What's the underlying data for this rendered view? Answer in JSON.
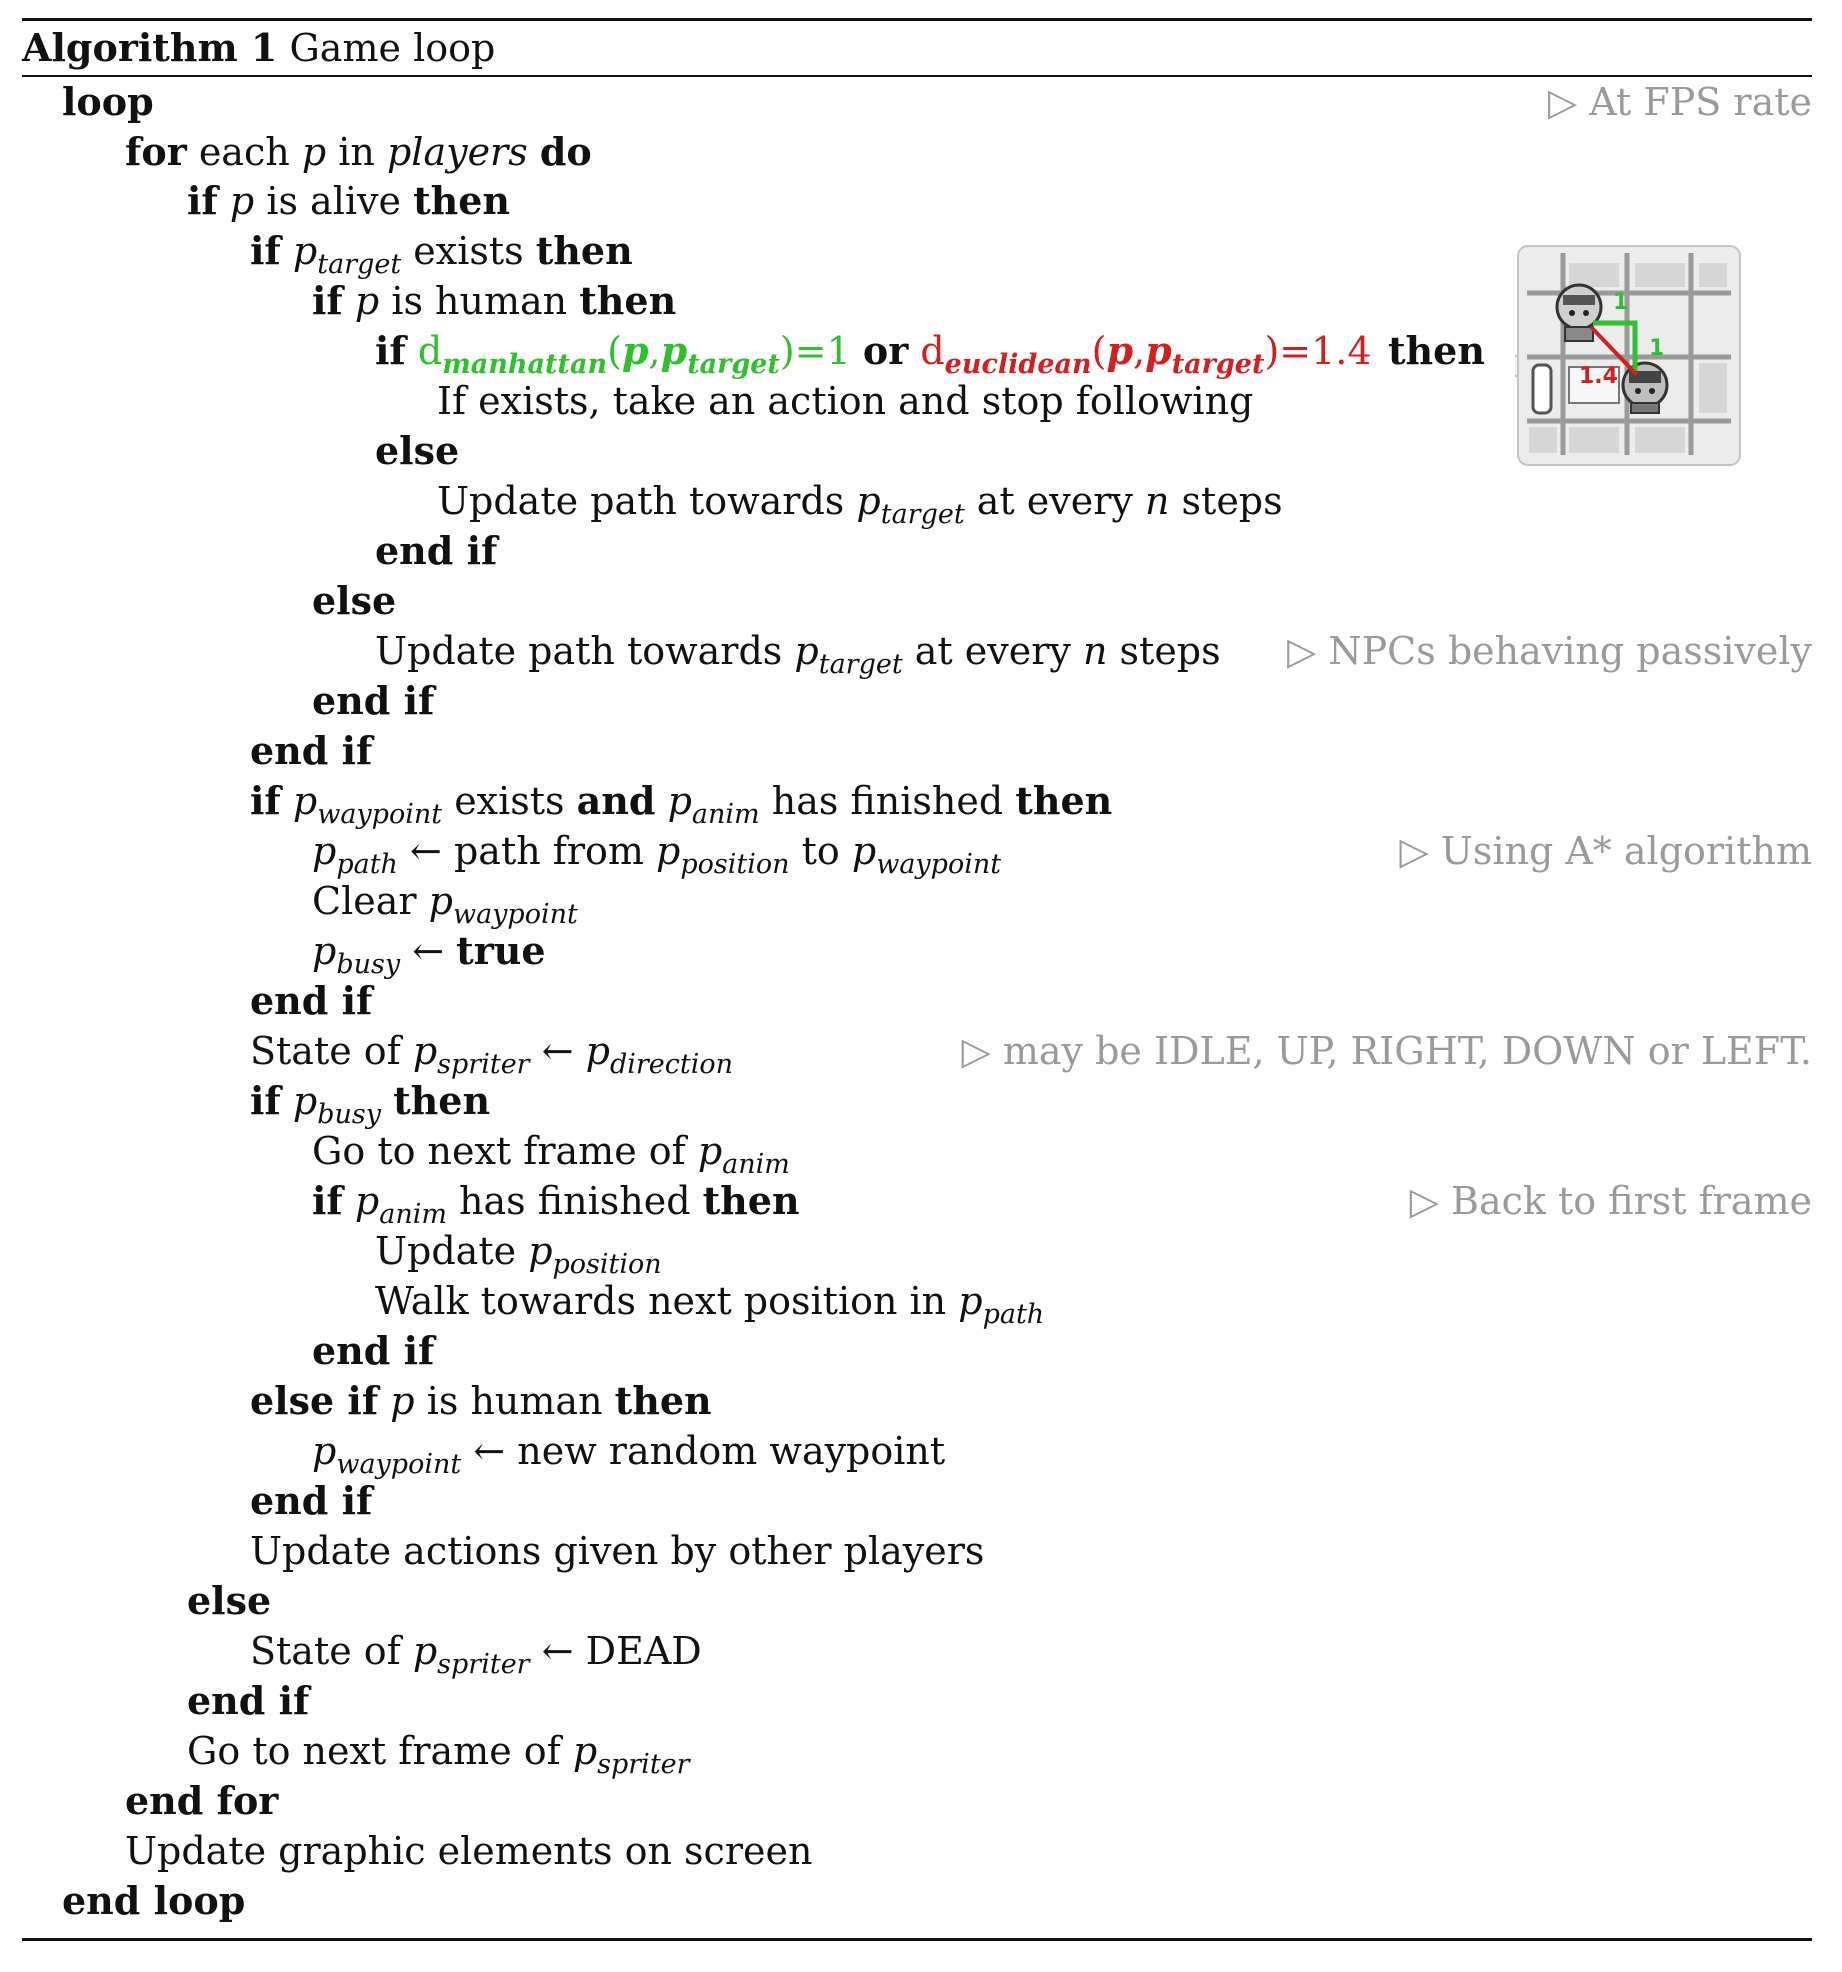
{
  "caption": {
    "label": "Algorithm 1",
    "title": "Game loop"
  },
  "comments": {
    "fps": "▷ At FPS rate",
    "npc": "▷ NPCs behaving passively",
    "astar": "▷ Using A* algorithm",
    "states": "▷ may be IDLE, UP, RIGHT, DOWN or LEFT.",
    "first_frame": "▷ Back to first frame"
  },
  "kw": {
    "loop": "loop",
    "for": "for",
    "do": "do",
    "if": "if",
    "then": "then",
    "else": "else",
    "end_if": "end if",
    "and": "and",
    "or": "or",
    "true": "true",
    "else_if": "else if",
    "end_for": "end for",
    "end_loop": "end loop"
  },
  "vars": {
    "p": "p",
    "players": "players",
    "n": "n",
    "target": "target",
    "waypoint": "waypoint",
    "anim": "anim",
    "path": "path",
    "position": "position",
    "busy": "busy",
    "spriter": "spriter",
    "direction": "direction"
  },
  "text": {
    "each": "each",
    "in": "in",
    "is_alive": "is alive",
    "exists": "exists",
    "is_human": "is human",
    "take_action": "If exists, take an action and stop following",
    "update_path_towards": "Update path towards",
    "at_every": "at every",
    "steps": "steps",
    "has_finished": "has finished",
    "path_from": "path from",
    "to": "to",
    "clear": "Clear",
    "state_of": "State of",
    "go_next_frame": "Go to next frame of",
    "update": "Update",
    "walk_towards": "Walk towards next position in",
    "new_random_waypoint": "new random waypoint",
    "update_actions": "Update actions given by other players",
    "dead": "DEAD",
    "update_graphics": "Update graphic elements on screen",
    "arrow": "←"
  },
  "formula": {
    "d": "d",
    "manhattan": "manhattan",
    "euclidean": "euclidean",
    "lparen": "(",
    "comma": ",",
    "rparen": ")",
    "manhattan_eq": "=1",
    "euclidean_eq": "=1.4"
  },
  "inset": {
    "manhattan_label": "1",
    "manhattan_label2": "1",
    "euclidean_label": "1.4",
    "green": "#2fbf2f",
    "red": "#d02020"
  }
}
